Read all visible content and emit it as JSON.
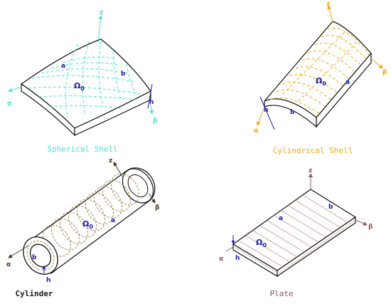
{
  "panels": [
    {
      "id": "spherical",
      "caption": "Spherical Shell",
      "color": "#4de0d0",
      "axes": {
        "z": "z",
        "alpha": "α",
        "beta": "β"
      },
      "symbols": {
        "a": "a",
        "b": "b",
        "h": "h",
        "omega": "Ω",
        "omega_sub": "0"
      }
    },
    {
      "id": "cylindrical",
      "caption": "Cylindrical Shell",
      "color": "#f0a818",
      "axes": {
        "z": "z",
        "alpha": "α",
        "beta": "β"
      },
      "symbols": {
        "a": "a",
        "b": "b",
        "h": "h",
        "omega": "Ω",
        "omega_sub": "0"
      }
    },
    {
      "id": "cylinder",
      "caption": "Cylinder",
      "color": "#7a5a2a",
      "axes": {
        "z": "z",
        "alpha": "α",
        "beta": "β"
      },
      "symbols": {
        "a": "a",
        "b": "b",
        "h": "h",
        "omega": "Ω",
        "omega_sub": "0"
      }
    },
    {
      "id": "plate",
      "caption": "Plate",
      "color": "#b07a78",
      "axes": {
        "z": "z",
        "alpha": "α",
        "beta": "β"
      },
      "symbols": {
        "a": "a",
        "b": "b",
        "h": "h",
        "omega": "Ω",
        "omega_sub": "0"
      }
    }
  ]
}
